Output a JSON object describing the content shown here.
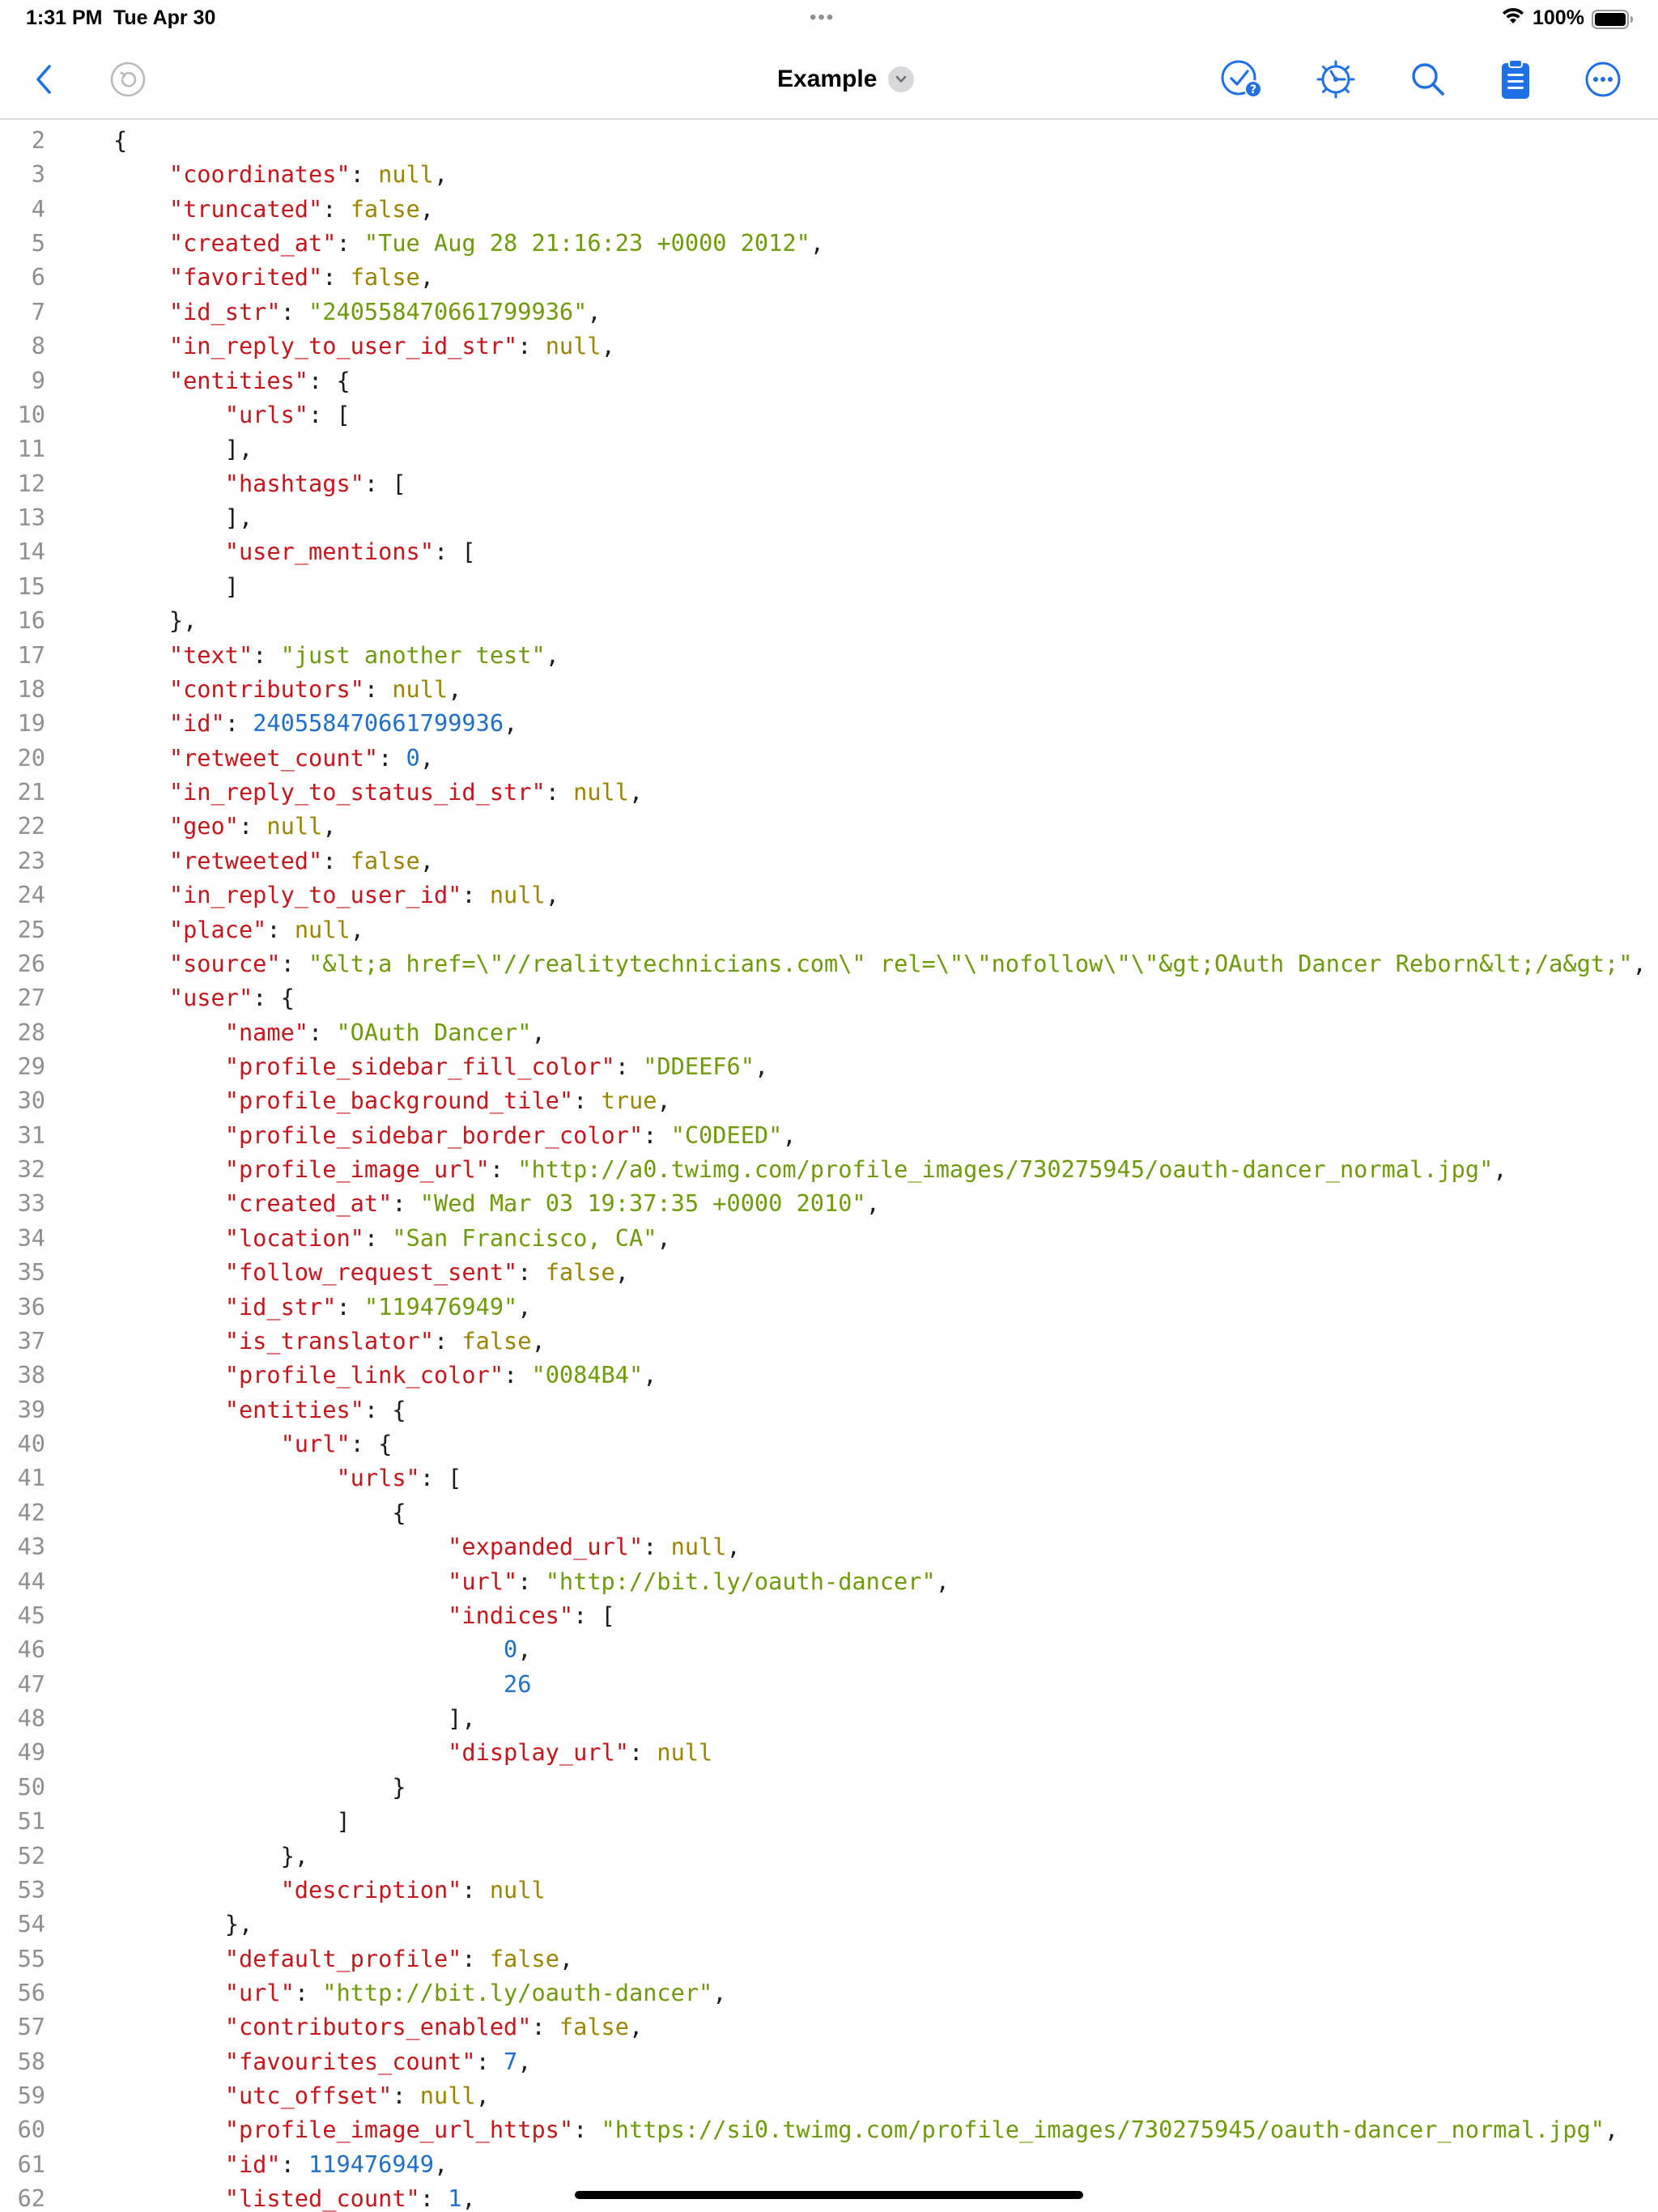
{
  "status_bar": {
    "time": "1:31 PM",
    "date": "Tue Apr 30",
    "battery_percent": "100%",
    "battery_level": 1.0
  },
  "nav": {
    "title": "Example",
    "icons": [
      "back-icon",
      "undo-icon",
      "check-help-icon",
      "settings-icon",
      "search-icon",
      "clipboard-icon",
      "more-icon"
    ]
  },
  "colors": {
    "accent": "#1f6fe5",
    "key": "#c4161c",
    "string": "#6f9a0a",
    "literal": "#9a8500",
    "number": "#1f6fc9",
    "line_number": "#8e8e93"
  },
  "editor": {
    "indent_unit": "    ",
    "lines": [
      {
        "n": "2",
        "indent": 0,
        "tokens": [
          [
            "p",
            "{"
          ]
        ]
      },
      {
        "n": "3",
        "indent": 1,
        "tokens": [
          [
            "k",
            "\"coordinates\""
          ],
          [
            "p",
            ": "
          ],
          [
            "l",
            "null"
          ],
          [
            "p",
            ","
          ]
        ]
      },
      {
        "n": "4",
        "indent": 1,
        "tokens": [
          [
            "k",
            "\"truncated\""
          ],
          [
            "p",
            ": "
          ],
          [
            "l",
            "false"
          ],
          [
            "p",
            ","
          ]
        ]
      },
      {
        "n": "5",
        "indent": 1,
        "tokens": [
          [
            "k",
            "\"created_at\""
          ],
          [
            "p",
            ": "
          ],
          [
            "s",
            "\"Tue Aug 28 21:16:23 +0000 2012\""
          ],
          [
            "p",
            ","
          ]
        ]
      },
      {
        "n": "6",
        "indent": 1,
        "tokens": [
          [
            "k",
            "\"favorited\""
          ],
          [
            "p",
            ": "
          ],
          [
            "l",
            "false"
          ],
          [
            "p",
            ","
          ]
        ]
      },
      {
        "n": "7",
        "indent": 1,
        "tokens": [
          [
            "k",
            "\"id_str\""
          ],
          [
            "p",
            ": "
          ],
          [
            "s",
            "\"240558470661799936\""
          ],
          [
            "p",
            ","
          ]
        ]
      },
      {
        "n": "8",
        "indent": 1,
        "tokens": [
          [
            "k",
            "\"in_reply_to_user_id_str\""
          ],
          [
            "p",
            ": "
          ],
          [
            "l",
            "null"
          ],
          [
            "p",
            ","
          ]
        ]
      },
      {
        "n": "9",
        "indent": 1,
        "tokens": [
          [
            "k",
            "\"entities\""
          ],
          [
            "p",
            ": {"
          ]
        ]
      },
      {
        "n": "10",
        "indent": 2,
        "tokens": [
          [
            "k",
            "\"urls\""
          ],
          [
            "p",
            ": ["
          ]
        ]
      },
      {
        "n": "11",
        "indent": 2,
        "tokens": [
          [
            "p",
            "],"
          ]
        ]
      },
      {
        "n": "12",
        "indent": 2,
        "tokens": [
          [
            "k",
            "\"hashtags\""
          ],
          [
            "p",
            ": ["
          ]
        ]
      },
      {
        "n": "13",
        "indent": 2,
        "tokens": [
          [
            "p",
            "],"
          ]
        ]
      },
      {
        "n": "14",
        "indent": 2,
        "tokens": [
          [
            "k",
            "\"user_mentions\""
          ],
          [
            "p",
            ": ["
          ]
        ]
      },
      {
        "n": "15",
        "indent": 2,
        "tokens": [
          [
            "p",
            "]"
          ]
        ]
      },
      {
        "n": "16",
        "indent": 1,
        "tokens": [
          [
            "p",
            "},"
          ]
        ]
      },
      {
        "n": "17",
        "indent": 1,
        "tokens": [
          [
            "k",
            "\"text\""
          ],
          [
            "p",
            ": "
          ],
          [
            "s",
            "\"just another test\""
          ],
          [
            "p",
            ","
          ]
        ]
      },
      {
        "n": "18",
        "indent": 1,
        "tokens": [
          [
            "k",
            "\"contributors\""
          ],
          [
            "p",
            ": "
          ],
          [
            "l",
            "null"
          ],
          [
            "p",
            ","
          ]
        ]
      },
      {
        "n": "19",
        "indent": 1,
        "tokens": [
          [
            "k",
            "\"id\""
          ],
          [
            "p",
            ": "
          ],
          [
            "n",
            "240558470661799936"
          ],
          [
            "p",
            ","
          ]
        ]
      },
      {
        "n": "20",
        "indent": 1,
        "tokens": [
          [
            "k",
            "\"retweet_count\""
          ],
          [
            "p",
            ": "
          ],
          [
            "n",
            "0"
          ],
          [
            "p",
            ","
          ]
        ]
      },
      {
        "n": "21",
        "indent": 1,
        "tokens": [
          [
            "k",
            "\"in_reply_to_status_id_str\""
          ],
          [
            "p",
            ": "
          ],
          [
            "l",
            "null"
          ],
          [
            "p",
            ","
          ]
        ]
      },
      {
        "n": "22",
        "indent": 1,
        "tokens": [
          [
            "k",
            "\"geo\""
          ],
          [
            "p",
            ": "
          ],
          [
            "l",
            "null"
          ],
          [
            "p",
            ","
          ]
        ]
      },
      {
        "n": "23",
        "indent": 1,
        "tokens": [
          [
            "k",
            "\"retweeted\""
          ],
          [
            "p",
            ": "
          ],
          [
            "l",
            "false"
          ],
          [
            "p",
            ","
          ]
        ]
      },
      {
        "n": "24",
        "indent": 1,
        "tokens": [
          [
            "k",
            "\"in_reply_to_user_id\""
          ],
          [
            "p",
            ": "
          ],
          [
            "l",
            "null"
          ],
          [
            "p",
            ","
          ]
        ]
      },
      {
        "n": "25",
        "indent": 1,
        "tokens": [
          [
            "k",
            "\"place\""
          ],
          [
            "p",
            ": "
          ],
          [
            "l",
            "null"
          ],
          [
            "p",
            ","
          ]
        ]
      },
      {
        "n": "26",
        "indent": 1,
        "tokens": [
          [
            "k",
            "\"source\""
          ],
          [
            "p",
            ": "
          ],
          [
            "s",
            "\"&lt;a href=\\\"//realitytechnicians.com\\\" rel=\\\"\\\"nofollow\\\"\\\"&gt;OAuth Dancer Reborn&lt;/a&gt;\""
          ],
          [
            "p",
            ","
          ]
        ]
      },
      {
        "n": "27",
        "indent": 1,
        "tokens": [
          [
            "k",
            "\"user\""
          ],
          [
            "p",
            ": {"
          ]
        ]
      },
      {
        "n": "28",
        "indent": 2,
        "tokens": [
          [
            "k",
            "\"name\""
          ],
          [
            "p",
            ": "
          ],
          [
            "s",
            "\"OAuth Dancer\""
          ],
          [
            "p",
            ","
          ]
        ]
      },
      {
        "n": "29",
        "indent": 2,
        "tokens": [
          [
            "k",
            "\"profile_sidebar_fill_color\""
          ],
          [
            "p",
            ": "
          ],
          [
            "s",
            "\"DDEEF6\""
          ],
          [
            "p",
            ","
          ]
        ]
      },
      {
        "n": "30",
        "indent": 2,
        "tokens": [
          [
            "k",
            "\"profile_background_tile\""
          ],
          [
            "p",
            ": "
          ],
          [
            "l",
            "true"
          ],
          [
            "p",
            ","
          ]
        ]
      },
      {
        "n": "31",
        "indent": 2,
        "tokens": [
          [
            "k",
            "\"profile_sidebar_border_color\""
          ],
          [
            "p",
            ": "
          ],
          [
            "s",
            "\"C0DEED\""
          ],
          [
            "p",
            ","
          ]
        ]
      },
      {
        "n": "32",
        "indent": 2,
        "tokens": [
          [
            "k",
            "\"profile_image_url\""
          ],
          [
            "p",
            ": "
          ],
          [
            "s",
            "\"http://a0.twimg.com/profile_images/730275945/oauth-dancer_normal.jpg\""
          ],
          [
            "p",
            ","
          ]
        ]
      },
      {
        "n": "33",
        "indent": 2,
        "tokens": [
          [
            "k",
            "\"created_at\""
          ],
          [
            "p",
            ": "
          ],
          [
            "s",
            "\"Wed Mar 03 19:37:35 +0000 2010\""
          ],
          [
            "p",
            ","
          ]
        ]
      },
      {
        "n": "34",
        "indent": 2,
        "tokens": [
          [
            "k",
            "\"location\""
          ],
          [
            "p",
            ": "
          ],
          [
            "s",
            "\"San Francisco, CA\""
          ],
          [
            "p",
            ","
          ]
        ]
      },
      {
        "n": "35",
        "indent": 2,
        "tokens": [
          [
            "k",
            "\"follow_request_sent\""
          ],
          [
            "p",
            ": "
          ],
          [
            "l",
            "false"
          ],
          [
            "p",
            ","
          ]
        ]
      },
      {
        "n": "36",
        "indent": 2,
        "tokens": [
          [
            "k",
            "\"id_str\""
          ],
          [
            "p",
            ": "
          ],
          [
            "s",
            "\"119476949\""
          ],
          [
            "p",
            ","
          ]
        ]
      },
      {
        "n": "37",
        "indent": 2,
        "tokens": [
          [
            "k",
            "\"is_translator\""
          ],
          [
            "p",
            ": "
          ],
          [
            "l",
            "false"
          ],
          [
            "p",
            ","
          ]
        ]
      },
      {
        "n": "38",
        "indent": 2,
        "tokens": [
          [
            "k",
            "\"profile_link_color\""
          ],
          [
            "p",
            ": "
          ],
          [
            "s",
            "\"0084B4\""
          ],
          [
            "p",
            ","
          ]
        ]
      },
      {
        "n": "39",
        "indent": 2,
        "tokens": [
          [
            "k",
            "\"entities\""
          ],
          [
            "p",
            ": {"
          ]
        ]
      },
      {
        "n": "40",
        "indent": 3,
        "tokens": [
          [
            "k",
            "\"url\""
          ],
          [
            "p",
            ": {"
          ]
        ]
      },
      {
        "n": "41",
        "indent": 4,
        "tokens": [
          [
            "k",
            "\"urls\""
          ],
          [
            "p",
            ": ["
          ]
        ]
      },
      {
        "n": "42",
        "indent": 5,
        "tokens": [
          [
            "p",
            "{"
          ]
        ]
      },
      {
        "n": "43",
        "indent": 6,
        "tokens": [
          [
            "k",
            "\"expanded_url\""
          ],
          [
            "p",
            ": "
          ],
          [
            "l",
            "null"
          ],
          [
            "p",
            ","
          ]
        ]
      },
      {
        "n": "44",
        "indent": 6,
        "tokens": [
          [
            "k",
            "\"url\""
          ],
          [
            "p",
            ": "
          ],
          [
            "s",
            "\"http://bit.ly/oauth-dancer\""
          ],
          [
            "p",
            ","
          ]
        ]
      },
      {
        "n": "45",
        "indent": 6,
        "tokens": [
          [
            "k",
            "\"indices\""
          ],
          [
            "p",
            ": ["
          ]
        ]
      },
      {
        "n": "46",
        "indent": 7,
        "tokens": [
          [
            "n",
            "0"
          ],
          [
            "p",
            ","
          ]
        ]
      },
      {
        "n": "47",
        "indent": 7,
        "tokens": [
          [
            "n",
            "26"
          ]
        ]
      },
      {
        "n": "48",
        "indent": 6,
        "tokens": [
          [
            "p",
            "],"
          ]
        ]
      },
      {
        "n": "49",
        "indent": 6,
        "tokens": [
          [
            "k",
            "\"display_url\""
          ],
          [
            "p",
            ": "
          ],
          [
            "l",
            "null"
          ]
        ]
      },
      {
        "n": "50",
        "indent": 5,
        "tokens": [
          [
            "p",
            "}"
          ]
        ]
      },
      {
        "n": "51",
        "indent": 4,
        "tokens": [
          [
            "p",
            "]"
          ]
        ]
      },
      {
        "n": "52",
        "indent": 3,
        "tokens": [
          [
            "p",
            "},"
          ]
        ]
      },
      {
        "n": "53",
        "indent": 3,
        "tokens": [
          [
            "k",
            "\"description\""
          ],
          [
            "p",
            ": "
          ],
          [
            "l",
            "null"
          ]
        ]
      },
      {
        "n": "54",
        "indent": 2,
        "tokens": [
          [
            "p",
            "},"
          ]
        ]
      },
      {
        "n": "55",
        "indent": 2,
        "tokens": [
          [
            "k",
            "\"default_profile\""
          ],
          [
            "p",
            ": "
          ],
          [
            "l",
            "false"
          ],
          [
            "p",
            ","
          ]
        ]
      },
      {
        "n": "56",
        "indent": 2,
        "tokens": [
          [
            "k",
            "\"url\""
          ],
          [
            "p",
            ": "
          ],
          [
            "s",
            "\"http://bit.ly/oauth-dancer\""
          ],
          [
            "p",
            ","
          ]
        ]
      },
      {
        "n": "57",
        "indent": 2,
        "tokens": [
          [
            "k",
            "\"contributors_enabled\""
          ],
          [
            "p",
            ": "
          ],
          [
            "l",
            "false"
          ],
          [
            "p",
            ","
          ]
        ]
      },
      {
        "n": "58",
        "indent": 2,
        "tokens": [
          [
            "k",
            "\"favourites_count\""
          ],
          [
            "p",
            ": "
          ],
          [
            "n",
            "7"
          ],
          [
            "p",
            ","
          ]
        ]
      },
      {
        "n": "59",
        "indent": 2,
        "tokens": [
          [
            "k",
            "\"utc_offset\""
          ],
          [
            "p",
            ": "
          ],
          [
            "l",
            "null"
          ],
          [
            "p",
            ","
          ]
        ]
      },
      {
        "n": "60",
        "indent": 2,
        "tokens": [
          [
            "k",
            "\"profile_image_url_https\""
          ],
          [
            "p",
            ": "
          ],
          [
            "s",
            "\"https://si0.twimg.com/profile_images/730275945/oauth-dancer_normal.jpg\""
          ],
          [
            "p",
            ","
          ]
        ]
      },
      {
        "n": "61",
        "indent": 2,
        "tokens": [
          [
            "k",
            "\"id\""
          ],
          [
            "p",
            ": "
          ],
          [
            "n",
            "119476949"
          ],
          [
            "p",
            ","
          ]
        ]
      },
      {
        "n": "62",
        "indent": 2,
        "tokens": [
          [
            "k",
            "\"listed_count\""
          ],
          [
            "p",
            ": "
          ],
          [
            "n",
            "1"
          ],
          [
            "p",
            ","
          ]
        ]
      }
    ]
  }
}
